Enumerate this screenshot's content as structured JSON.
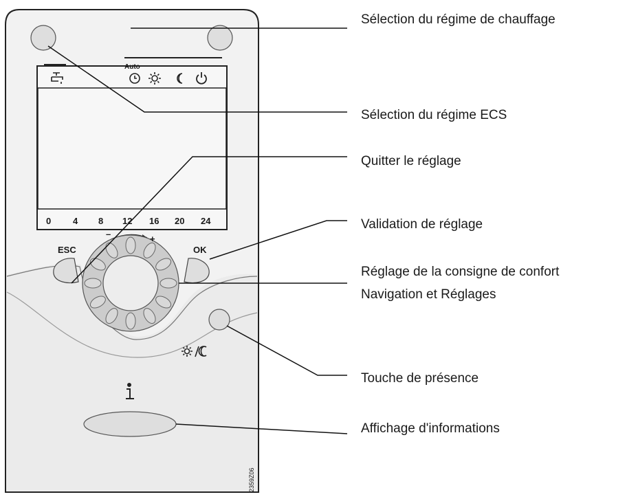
{
  "callouts": {
    "heating_mode": "Sélection du régime de chauffage",
    "dhw_mode": "Sélection du régime  ECS",
    "exit": "Quitter le réglage",
    "confirm": "Validation de réglage",
    "comfort_line1": "Réglage de la consigne de confort",
    "comfort_line2": "Navigation et Réglages",
    "presence": "Touche de présence",
    "info": "Affichage d'informations"
  },
  "display": {
    "auto_label": "Auto",
    "time_scale": [
      "0",
      "4",
      "8",
      "12",
      "16",
      "20",
      "24"
    ],
    "icons": [
      "tap-icon",
      "clock-icon",
      "sun-icon",
      "moon-icon",
      "standby-icon"
    ]
  },
  "keys": {
    "esc_label": "ESC",
    "ok_label": "OK",
    "minus_label": "–",
    "plus_label": "+",
    "info_icon": "info-icon",
    "presence_icon": "sun-moon-icon"
  },
  "doc_code": "2359Z06"
}
